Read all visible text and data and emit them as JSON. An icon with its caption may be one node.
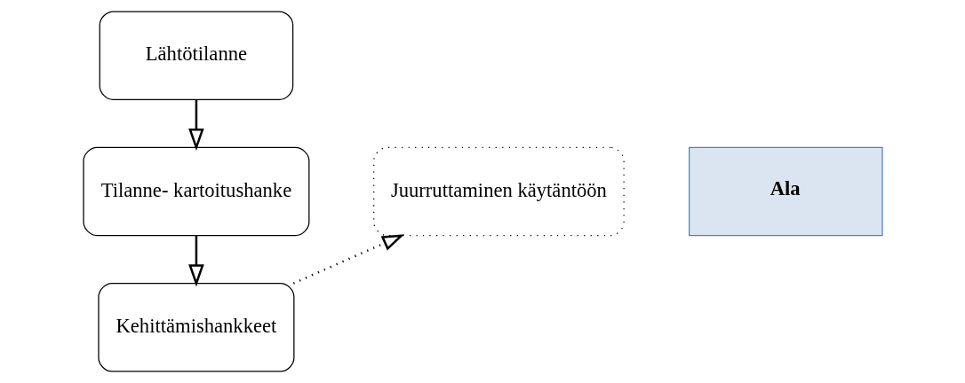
{
  "diagram": {
    "nodes": [
      {
        "text": [
          "Lähtötilanne"
        ]
      },
      {
        "text": [
          "Tilanne- kartoitushanke"
        ]
      },
      {
        "text": [
          "Kehittämishankkeet"
        ]
      },
      {
        "text": [
          "Juurruttaminen käytäntöön"
        ]
      },
      {
        "text": [
          "Ala"
        ]
      }
    ],
    "edges": [
      {
        "from": 0,
        "to": 1,
        "arrow": "to"
      },
      {
        "from": 1,
        "to": 2,
        "arrow": "to"
      },
      {
        "from": 2,
        "to": 3,
        "arrow": "to",
        "style": "dashed"
      }
    ]
  }
}
